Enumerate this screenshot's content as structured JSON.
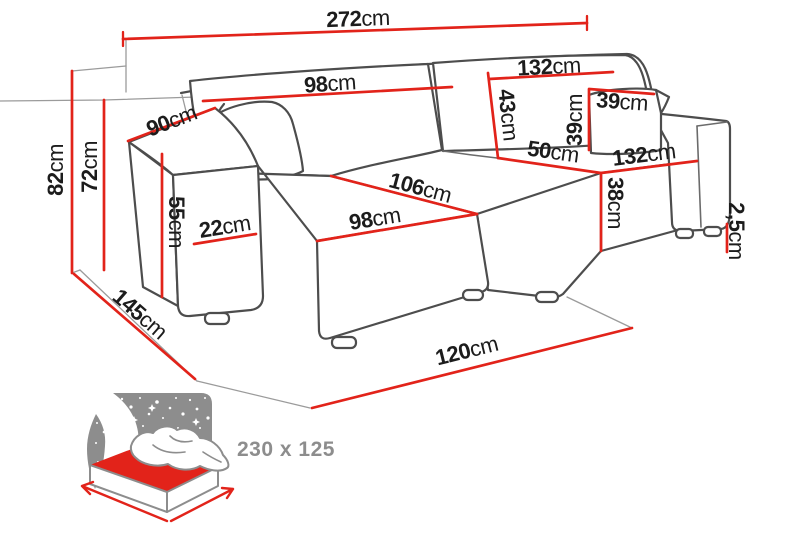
{
  "figure": {
    "type": "corner-sofa-dimension-diagram",
    "background": "#ffffff"
  },
  "colors": {
    "dimension_red": "#e2231a",
    "sofa_outline": "#4d4d4d",
    "projection_gray": "#9b9b9b",
    "icon_gray": "#8d8d8d",
    "label_black": "#1c1c1c",
    "label_gray": "#8d8d8d"
  },
  "dimensions": {
    "overall_width": {
      "value": "272",
      "unit": "cm"
    },
    "backrest_left_width": {
      "value": "98",
      "unit": "cm"
    },
    "backrest_right_width": {
      "value": "132",
      "unit": "cm"
    },
    "backrest_height": {
      "value": "43",
      "unit": "cm"
    },
    "pillow_height": {
      "value": "39",
      "unit": "cm"
    },
    "pillow_width": {
      "value": "39",
      "unit": "cm"
    },
    "seat_depth": {
      "value": "50",
      "unit": "cm"
    },
    "right_seat_width": {
      "value": "132",
      "unit": "cm"
    },
    "seat_front_height": {
      "value": "38",
      "unit": "cm"
    },
    "leg_height": {
      "value": "2,5",
      "unit": "cm"
    },
    "armrest_depth": {
      "value": "90",
      "unit": "cm"
    },
    "armrest_height": {
      "value": "55",
      "unit": "cm"
    },
    "armrest_width": {
      "value": "22",
      "unit": "cm"
    },
    "chaise_length": {
      "value": "106",
      "unit": "cm"
    },
    "chaise_front_width": {
      "value": "98",
      "unit": "cm"
    },
    "total_height": {
      "value": "82",
      "unit": "cm"
    },
    "back_height": {
      "value": "72",
      "unit": "cm"
    },
    "total_depth": {
      "value": "145",
      "unit": "cm"
    },
    "front_clearance": {
      "value": "120",
      "unit": "cm"
    }
  },
  "sleeping_area": {
    "label": "230 x 125"
  }
}
